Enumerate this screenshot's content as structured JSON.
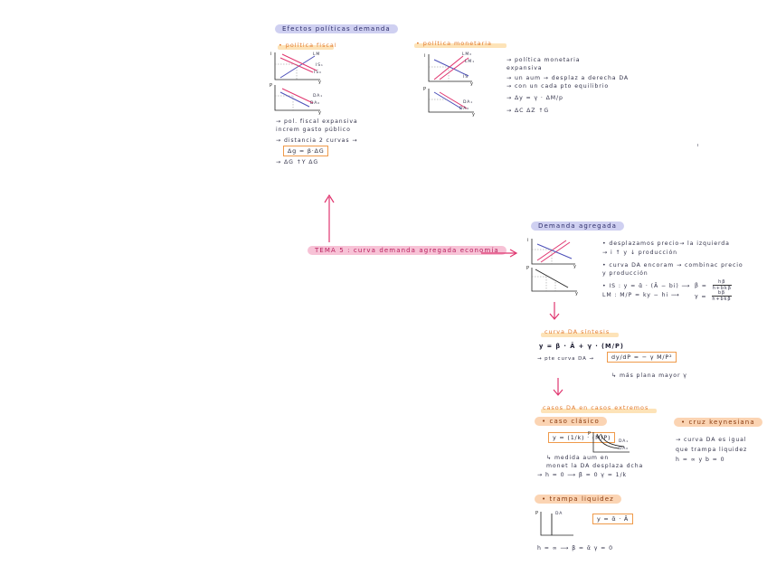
{
  "top_section": {
    "title": "Efectos políticas demanda",
    "fiscal_title": "• política fiscal",
    "monetary_title": "• política monetaria",
    "fiscal_notes": [
      "→ pol. fiscal expansiva",
      "  increm gasto público",
      "→ distancia 2 curvas →",
      "→ ΔG ↑Y ΔG"
    ],
    "fiscal_box": "Δg = β·ΔG",
    "monetary_notes": [
      "→ política monetaria",
      "  expansiva",
      "→ un aum → desplaz a derecha DA",
      "  → con un cada pto equilibrio",
      "→ Δy = γ · ΔM/p",
      "→ ΔC  ΔZ   ↑G"
    ],
    "graph_labels": {
      "fiscal_top": [
        "LM",
        "IS₁",
        "IS₀"
      ],
      "fiscal_bottom": [
        "DA₁",
        "DA₀"
      ],
      "monetary_top": [
        "LM₀",
        "LM₁",
        "IS"
      ],
      "monetary_bottom": [
        "DA₁",
        "DA₀"
      ]
    }
  },
  "center": {
    "title": "TEMA 5 : curva demanda agregada economía"
  },
  "demanda": {
    "title": "Demanda agregada",
    "notes": [
      "• desplazamos precio→ la izquierda",
      "  → i ↑ y ↓ producción",
      "• curva DA encoram → combinac precio",
      "  y producción",
      "• IS : y = ᾱ · (Ā − bi)  ⟶",
      "  LM : M/P = ky − hi  ⟶"
    ],
    "fractions": [
      {
        "prefix": "β =",
        "num": "hβ",
        "den": "h+bkβ"
      },
      {
        "prefix": "γ =",
        "num": "bβ",
        "den": "h+bkβ"
      }
    ]
  },
  "sintesis": {
    "title": "curva DA síntesis",
    "equation": "y = β · Ā + γ · (M/P)",
    "note_prefix": "→ pte curva DA →",
    "box": "dy/dP = − γ M/P²",
    "note2": "↳ más plana mayor γ"
  },
  "extremos": {
    "title": "casos DA en casos extremos",
    "clasico_title": "• caso clásico",
    "clasico_box": "y = (1/k) · (M/P)",
    "clasico_graph": [
      "DA₁",
      "DA₀"
    ],
    "clasico_notes": [
      "↳ medida aum en",
      "  monet la DA desplaza dcha"
    ],
    "clasico_eq": "→ h = 0 ⟶ β = 0      γ = 1/k",
    "keynes_title": "• cruz keynesiana",
    "keynes_notes": [
      "→ curva DA es igual",
      "  que trampa liquidez",
      "  h = ∞      y  b = 0"
    ],
    "trampa_title": "• trampa liquidez",
    "trampa_box": "y = ᾱ · Ā",
    "trampa_graph": "DA",
    "trampa_eq": "h = ∞ ⟶ β = ᾱ      γ = 0"
  },
  "colors": {
    "pink": "#e0356f",
    "lavender": "#cfd0f1",
    "peach": "#fbd4b3",
    "orange_text": "#e27a2f",
    "blue_line": "#4b4fb8"
  }
}
